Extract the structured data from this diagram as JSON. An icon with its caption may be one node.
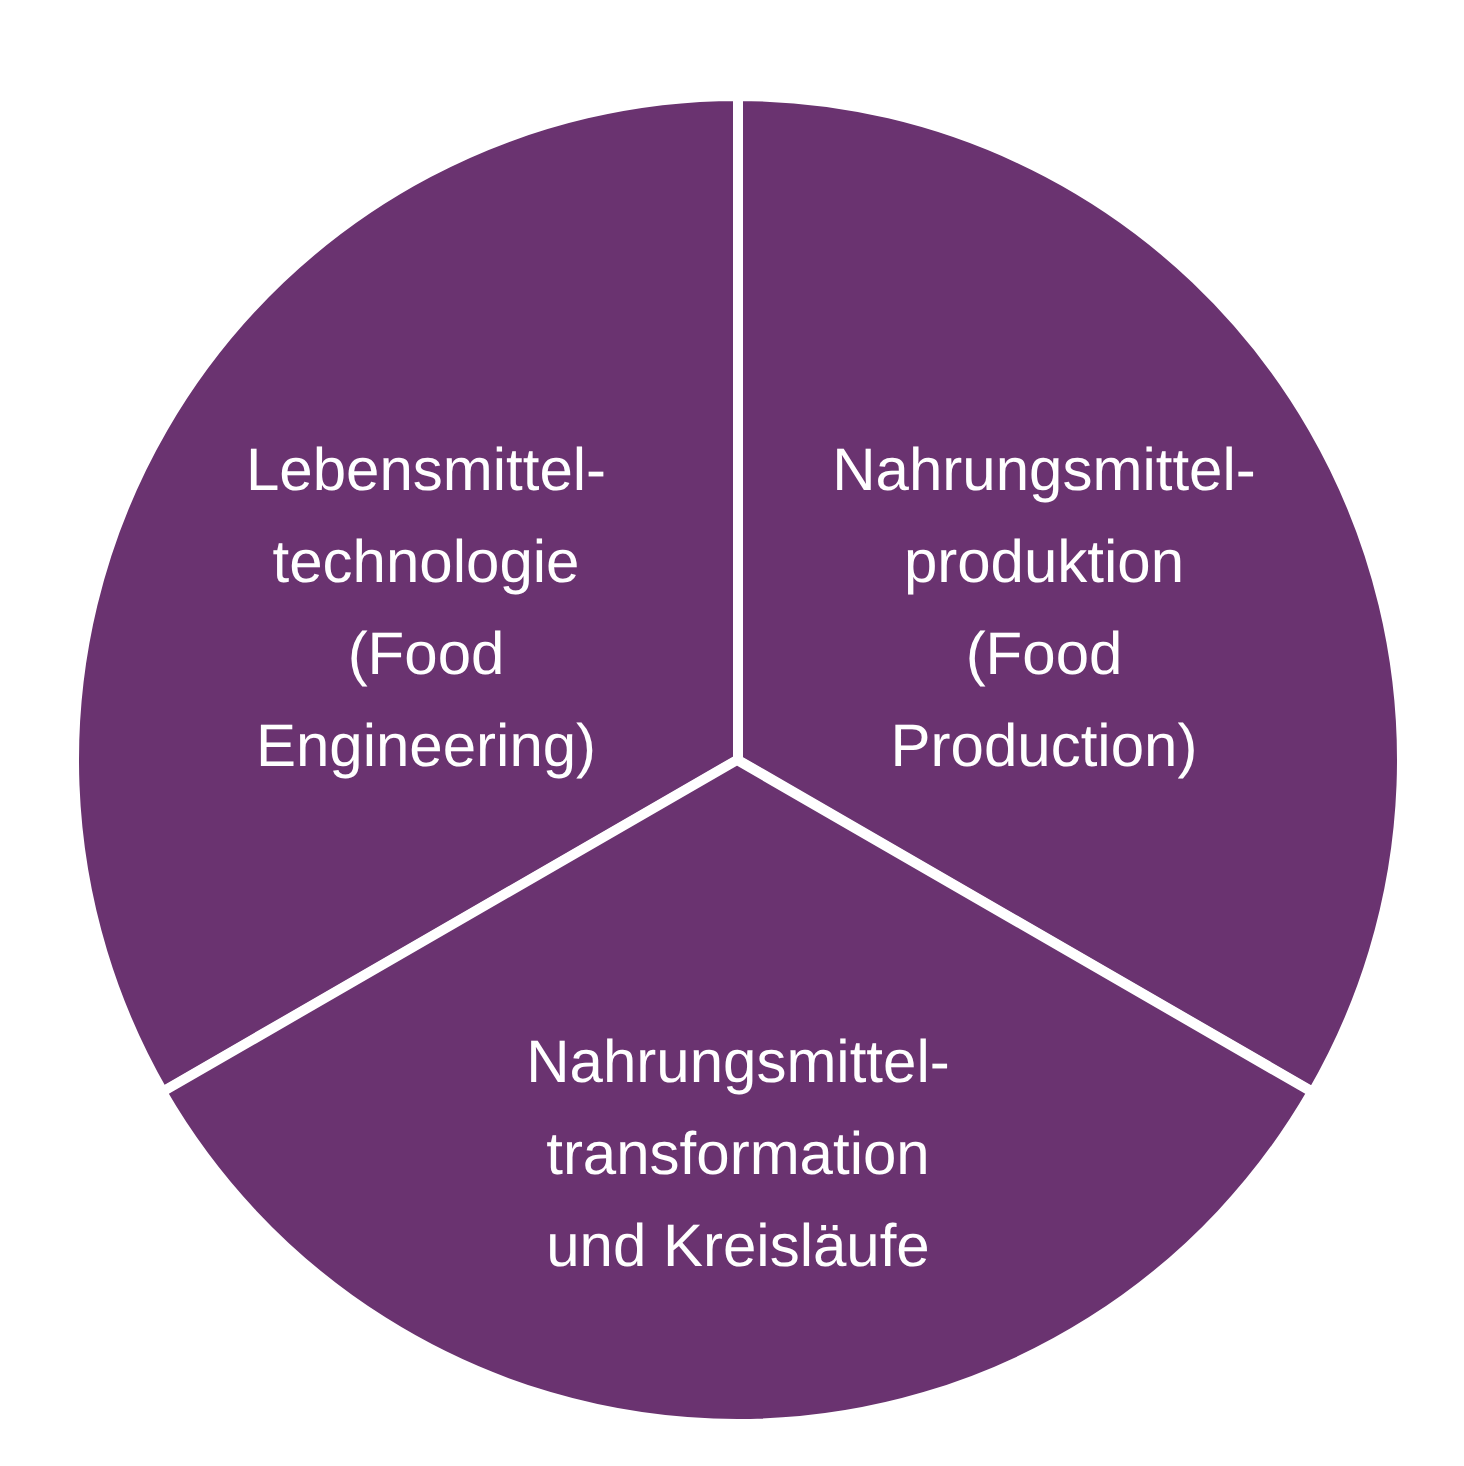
{
  "diagram": {
    "nodes": [
      {
        "text": [
          "Lebensmittel- technologie (Food Engineering)"
        ]
      },
      {
        "text": [
          "Nahrungsmittel- produktion (Food Production)"
        ]
      },
      {
        "text": [
          "Nahrungsmittel- transformation und Kreisläufe"
        ]
      }
    ]
  }
}
